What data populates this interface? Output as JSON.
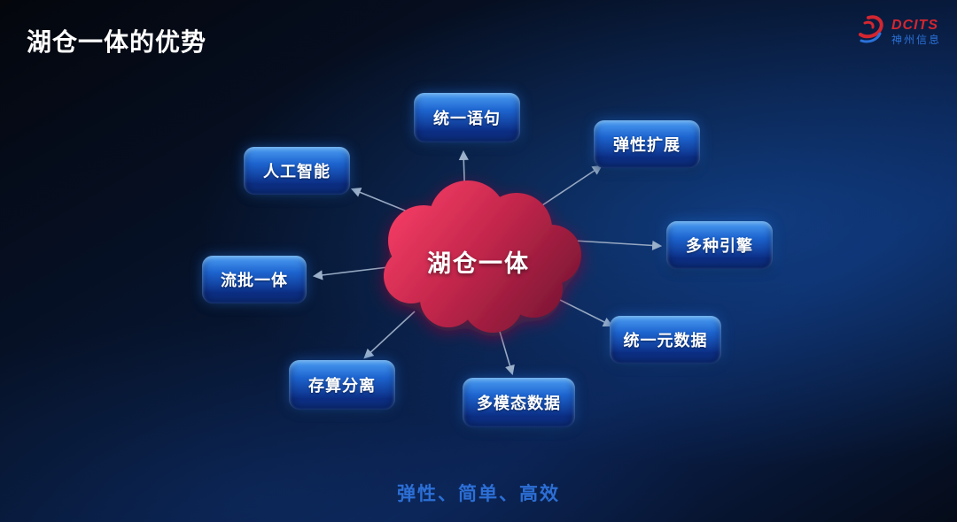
{
  "slide": {
    "title": "湖仓一体的优势",
    "footer": "弹性、简单、高效"
  },
  "logo": {
    "brand": "DCITS",
    "company": "神州信息"
  },
  "diagram": {
    "center_label": "湖仓一体",
    "nodes": [
      {
        "label": "统一语句"
      },
      {
        "label": "弹性扩展"
      },
      {
        "label": "人工智能"
      },
      {
        "label": "多种引擎"
      },
      {
        "label": "流批一体"
      },
      {
        "label": "统一元数据"
      },
      {
        "label": "存算分离"
      },
      {
        "label": "多模态数据"
      }
    ]
  },
  "colors": {
    "background_deep": "#04060c",
    "background_blue": "#0a2150",
    "node_gradient_top": "#4da0f5",
    "node_gradient_bottom": "#0c2f86",
    "cloud_red_light": "#ef3a62",
    "cloud_red_dark": "#7c1634",
    "arrow": "#97a9c2",
    "footer_text": "#2c6fd6",
    "logo_red": "#d42630",
    "logo_blue": "#2b72d9"
  }
}
